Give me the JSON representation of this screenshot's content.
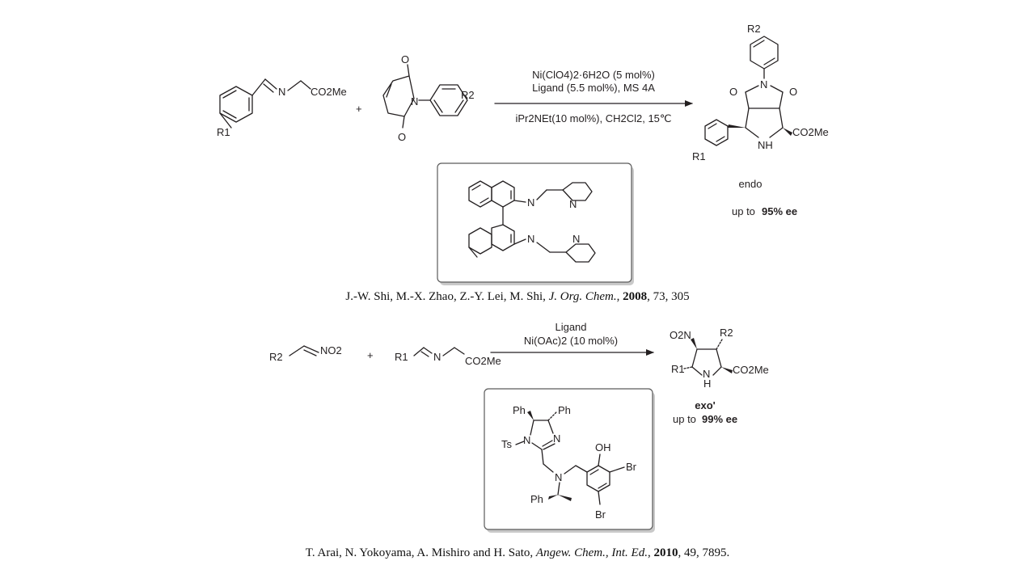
{
  "reaction1": {
    "reactant1": {
      "substituent": "R1",
      "ester": "CO2Me",
      "n": "N"
    },
    "reactant2": {
      "substituent": "R2",
      "n": "N",
      "o": "O"
    },
    "plus": "+",
    "conditions_above": [
      "Ni(ClO4)2·6H2O (5 mol%)",
      "Ligand (5.5 mol%), MS 4A"
    ],
    "conditions_below": "iPr2NEt(10 mol%), CH2Cl2, 15℃",
    "product": {
      "r2": "R2",
      "r1": "R1",
      "o": "O",
      "n": "N",
      "nh": "NH",
      "ester": "CO2Me"
    },
    "selectivity": "endo",
    "ee_prefix": "up to",
    "ee_value": "95% ee",
    "ligand": {
      "n": "N"
    }
  },
  "citation1": {
    "authors": "J.-W. Shi, M.-X. Zhao, Z.-Y. Lei, M. Shi,",
    "journal": "J. Org. Chem.",
    "year": "2008",
    "volume_pages": ", 73, 305"
  },
  "reaction2": {
    "reactant1": {
      "substituent": "R2",
      "group": "NO2"
    },
    "reactant2": {
      "substituent": "R1",
      "n": "N",
      "ester": "CO2Me"
    },
    "plus": "+",
    "conditions_above": [
      "Ligand",
      "Ni(OAc)2 (10 mol%)"
    ],
    "product": {
      "no2": "O2N",
      "r2": "R2",
      "r1": "R1",
      "nh": "N",
      "h": "H",
      "ester": "CO2Me"
    },
    "selectivity": "exo'",
    "ee_prefix": "up to",
    "ee_value": "99% ee",
    "ligand": {
      "ph": "Ph",
      "ts": "Ts",
      "n": "N",
      "oh": "OH",
      "br": "Br"
    }
  },
  "citation2": {
    "authors": "T. Arai, N. Yokoyama, A. Mishiro and H. Sato,",
    "journal": "Angew. Chem., Int. Ed.",
    "year": "2010",
    "volume_pages": ", 49, 7895."
  },
  "colors": {
    "ink": "#231f20",
    "box_border": "#5b5b5b",
    "shadow": "#c9c9c9"
  }
}
